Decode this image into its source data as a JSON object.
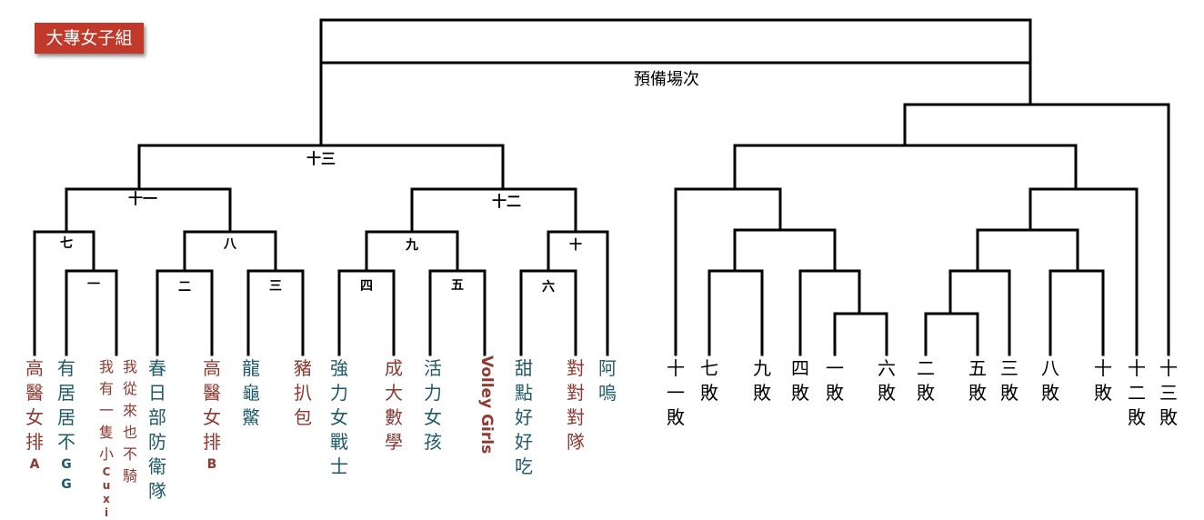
{
  "division_title": "大專女子組",
  "colors": {
    "badge": "#c0392b",
    "team_red": "#8e3a30",
    "team_teal": "#1f5a6a",
    "line": "#000000"
  },
  "rounds": {
    "preliminary": "預備場次",
    "m1": "一",
    "m2": "二",
    "m3": "三",
    "m4": "四",
    "m5": "五",
    "m6": "六",
    "m7": "七",
    "m8": "八",
    "m9": "九",
    "m10": "十",
    "m11": "十一",
    "m12": "十二",
    "m13": "十三"
  },
  "teams": {
    "t1": {
      "chars": [
        "高",
        "醫",
        "女",
        "排"
      ],
      "suffix": "A"
    },
    "t2": {
      "chars": [
        "有",
        "居",
        "居",
        "不"
      ],
      "suffix": "G G"
    },
    "t3": {
      "chars": [
        "我",
        "有",
        "一",
        "隻",
        "小"
      ],
      "suffix": "Cuxi"
    },
    "t4": {
      "chars": [
        "我",
        "從",
        "來",
        "也",
        "不",
        "騎"
      ]
    },
    "t5": {
      "chars": [
        "春",
        "日",
        "部",
        "防",
        "衛",
        "隊"
      ]
    },
    "t6": {
      "chars": [
        "高",
        "醫",
        "女",
        "排"
      ],
      "suffix": "B"
    },
    "t7": {
      "chars": [
        "龍",
        "龜",
        "鱉"
      ]
    },
    "t8": {
      "chars": [
        "豬",
        "扒",
        "包"
      ]
    },
    "t9": {
      "chars": [
        "強",
        "力",
        "女",
        "戰",
        "士"
      ]
    },
    "t10": {
      "chars": [
        "成",
        "大",
        "數",
        "學"
      ]
    },
    "t11": {
      "chars": [
        "活",
        "力",
        "女",
        "孩"
      ]
    },
    "t12": {
      "text": "Volley  Girls"
    },
    "t13": {
      "chars": [
        "甜",
        "點",
        "好",
        "好",
        "吃"
      ]
    },
    "t14": {
      "chars": [
        "對",
        "對",
        "對",
        "隊"
      ]
    },
    "t15": {
      "chars": [
        "阿",
        "嗚"
      ]
    }
  },
  "losers": {
    "l11": [
      "十",
      "一",
      "敗"
    ],
    "l7": [
      "七",
      "敗"
    ],
    "l9": [
      "九",
      "敗"
    ],
    "l4": [
      "四",
      "敗"
    ],
    "l1": [
      "一",
      "敗"
    ],
    "l6": [
      "六",
      "敗"
    ],
    "l2": [
      "二",
      "敗"
    ],
    "l5": [
      "五",
      "敗"
    ],
    "l3": [
      "三",
      "敗"
    ],
    "l8": [
      "八",
      "敗"
    ],
    "l10": [
      "十",
      "敗"
    ],
    "l12": [
      "十",
      "二",
      "敗"
    ],
    "l13": [
      "十",
      "三",
      "敗"
    ]
  }
}
